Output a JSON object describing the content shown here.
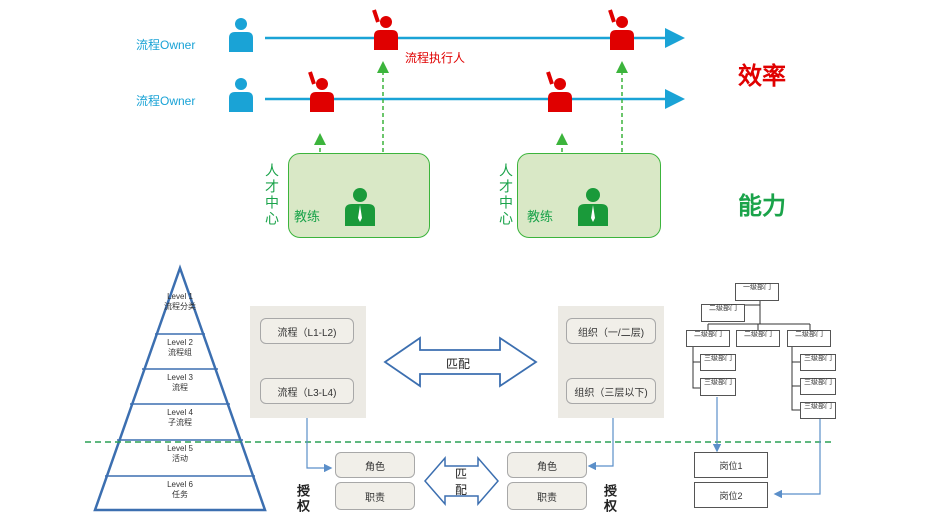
{
  "top": {
    "owner_label_1": "流程Owner",
    "owner_label_2": "流程Owner",
    "executor_label": "流程执行人",
    "efficiency_label": "效率",
    "capability_label": "能力",
    "talent_center_left": "人才中心",
    "talent_center_right": "人才中心",
    "coach_left": "教练",
    "coach_right": "教练"
  },
  "pyramid": {
    "levels": [
      {
        "level": "Level 1",
        "name": "流程分类"
      },
      {
        "level": "Level 2",
        "name": "流程组"
      },
      {
        "level": "Level 3",
        "name": "流程"
      },
      {
        "level": "Level 4",
        "name": "子流程"
      },
      {
        "level": "Level 5",
        "name": "活动"
      },
      {
        "level": "Level 6",
        "name": "任务"
      }
    ]
  },
  "process_box": {
    "upper": "流程（L1-L2)",
    "lower": "流程（L3-L4)"
  },
  "org_box": {
    "upper": "组织（一/二层)",
    "lower": "组织（三层以下)"
  },
  "match_upper": "匹配",
  "match_lower_1": "匹",
  "match_lower_2": "配",
  "role_left": "角色",
  "duty_left": "职责",
  "role_right": "角色",
  "duty_right": "职责",
  "auth_left": "授权",
  "auth_right": "授权",
  "org_chart": {
    "level1": "一级部门",
    "level2": [
      "二级部门",
      "二级部门"
    ],
    "level2_row": [
      "二级部门",
      "二级部门",
      "二级部门"
    ],
    "level3_left": [
      "三级部门",
      "三级部门"
    ],
    "level3_right": [
      "三级部门",
      "三级部门",
      "三级部门"
    ],
    "positions": [
      "岗位1",
      "岗位2"
    ]
  },
  "colors": {
    "blue": "#1aa3d6",
    "red": "#e00000",
    "green": "#1aa34a"
  }
}
